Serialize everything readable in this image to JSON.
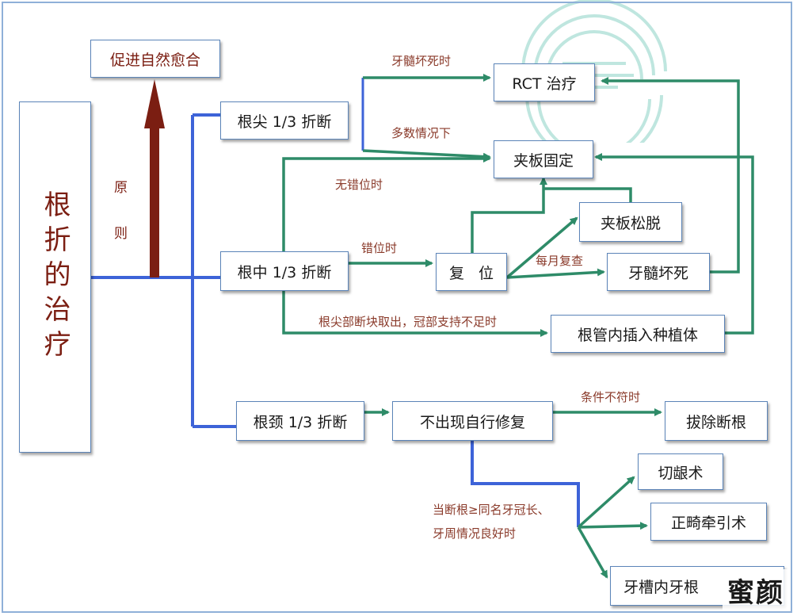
{
  "title": "根折的治疗",
  "principle": {
    "label": "原则",
    "goal": "促进自然愈合"
  },
  "branches": {
    "apical": {
      "label": "根尖 1/3 折断",
      "edge_labels": [
        "牙髓坏死时",
        "多数情况下"
      ]
    },
    "middle": {
      "label": "根中 1/3 折断",
      "edge_labels": [
        "无错位时",
        "错位时",
        "根尖部断块取出，冠部支持不足时"
      ]
    },
    "cervical": {
      "label": "根颈 1/3 折断",
      "edge_labels": [
        "条件不符时",
        "当断根≥同名牙冠长、",
        "牙周情况良好时"
      ]
    }
  },
  "nodes": {
    "rct": "RCT 治疗",
    "splint": "夹板固定",
    "reposition": "复   位",
    "splint_loose": "夹板松脱",
    "pulp_necrosis": "牙髓坏死",
    "monthly_review": "每月复查",
    "implant": "根管内插入种植体",
    "no_self_repair": "不出现自行修复",
    "extract_root": "拔除断根",
    "gingivectomy": "切龈术",
    "ortho_traction": "正畸牵引术",
    "alveolar": "牙槽内牙根"
  },
  "watermark": "蜜颜",
  "colors": {
    "blue_line": "#3d63d8",
    "green_line": "#2e8b68",
    "maroon_arrow": "#7b1e12",
    "box_border": "#5b84b8",
    "label_text": "#8a3a2a"
  }
}
